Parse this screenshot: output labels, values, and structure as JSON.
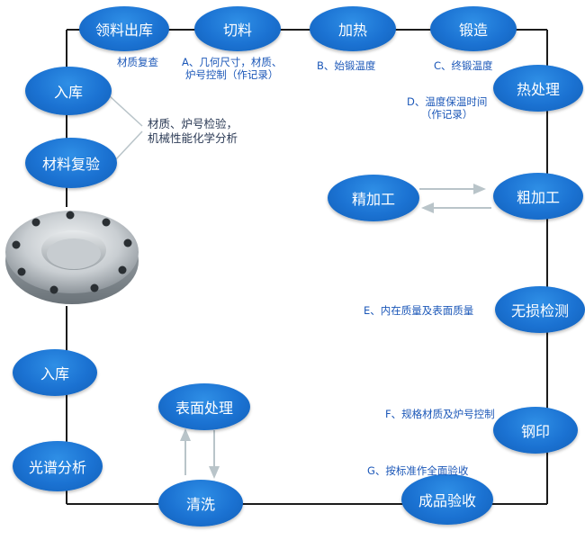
{
  "colors": {
    "node": "#1b72d2",
    "line": "#1c1c1c",
    "arrow": "#b9c4c9",
    "note": "#1b57b8"
  },
  "nodes": {
    "receive_material": "领料出库",
    "cutting": "切料",
    "heating": "加热",
    "forging": "锻造",
    "heat_treatment": "热处理",
    "rough_machining": "粗加工",
    "finish_machining": "精加工",
    "ndt": "无损检测",
    "stamping": "钢印",
    "final_inspection": "成品验收",
    "cleaning": "清洗",
    "surface_treatment": "表面处理",
    "spectral_analysis": "光谱分析",
    "warehouse_in_bottom": "入库",
    "material_retest": "材料复验",
    "warehouse_in_top": "入库"
  },
  "notes": {
    "material_recheck": "材质复查",
    "cutting_line1": "A、几何尺寸，材质、",
    "cutting_line2": "炉号控制（作记录）",
    "heating": "B、始锻温度",
    "forging": "C、终锻温度",
    "heat_line1": "D、温度保温时间",
    "heat_line2": "（作记录）",
    "retest_line1": "材质、炉号检验，",
    "retest_line2": "机械性能化学分析",
    "ndt": "E、内在质量及表面质量",
    "stamping": "F、规格材质及炉号控制",
    "final": "G、按标准作全面验收"
  },
  "product_image": "flange-photo"
}
